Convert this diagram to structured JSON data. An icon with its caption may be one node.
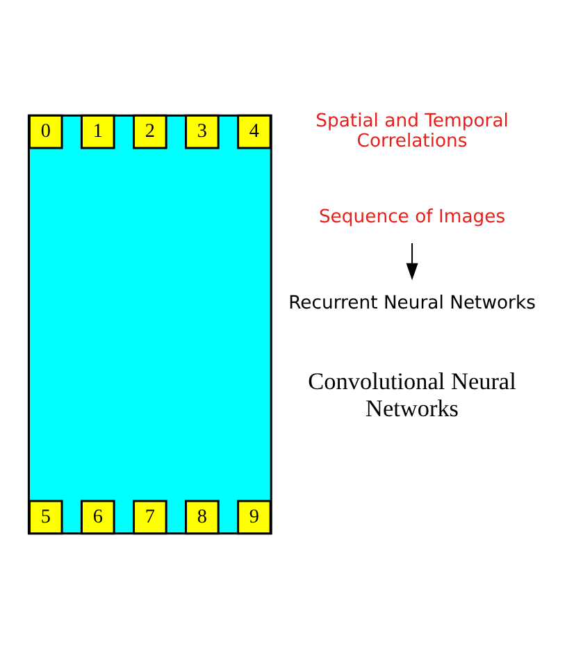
{
  "diagram": {
    "nodes": [
      {
        "text": [],
        "shape": "box"
      },
      {
        "text": [
          "0"
        ],
        "in": 0
      },
      {
        "text": [
          "1"
        ],
        "in": 0
      },
      {
        "text": [
          "2"
        ],
        "in": 0
      },
      {
        "text": [
          "3"
        ],
        "in": 0
      },
      {
        "text": [
          "4"
        ],
        "in": 0
      },
      {
        "text": [
          "5"
        ],
        "in": 0
      },
      {
        "text": [
          "6"
        ],
        "in": 0
      },
      {
        "text": [
          "7"
        ],
        "in": 0
      },
      {
        "text": [
          "8"
        ],
        "in": 0
      },
      {
        "text": [
          "9"
        ],
        "in": 0
      },
      {
        "text": [
          "Sequence of Images"
        ]
      },
      {
        "text": [
          "Recurrent Neural Networks"
        ]
      }
    ],
    "edges": [
      {
        "from": 11,
        "to": 12,
        "arrow": "to"
      }
    ],
    "labels": [
      "Spatial and Temporal Correlations",
      "Convolutional Neural Networks"
    ]
  }
}
